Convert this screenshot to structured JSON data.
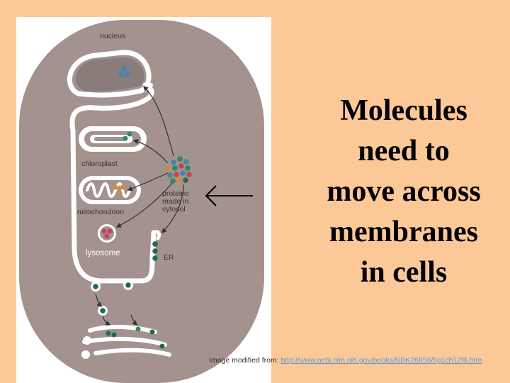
{
  "diagram": {
    "labels": {
      "nucleus": "nucleus",
      "chloroplast": "chloroplast",
      "mitochondrion": "mitochondrion",
      "lysosome": "lysosome",
      "er": "ER",
      "proteins_line1": "proteins",
      "proteins_line2": "made in",
      "proteins_line3": "cytosol"
    },
    "colors": {
      "cell_fill": "#a3928e",
      "membrane": "#ffffff",
      "blue_protein": "#3f86b4",
      "green_protein": "#2e8a5c",
      "orange_protein": "#d9893a",
      "red_protein": "#c4445a",
      "dark_green_protein": "#1f6b55"
    }
  },
  "pointer_icon": "left-arrow-icon",
  "heading": {
    "line1": "Molecules",
    "line2": "need to",
    "line3": "move across",
    "line4": "membranes",
    "line5": "in cells"
  },
  "credit": {
    "prefix": "Image modified from:",
    "link_text": "http://www.ncbi.nlm.nih.gov/books/NBK26856/fig1ch12f6.htm"
  }
}
